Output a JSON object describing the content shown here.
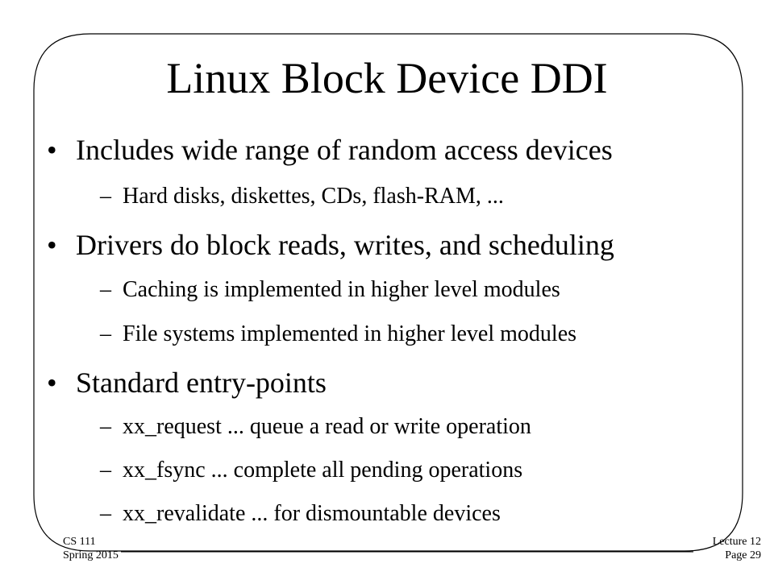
{
  "slide": {
    "title": "Linux Block Device DDI",
    "bullet_glyph": "•",
    "dash_glyph": "–",
    "points": [
      {
        "text": "Includes wide range of random access devices",
        "subs": [
          "Hard disks, diskettes, CDs, flash-RAM, ..."
        ]
      },
      {
        "text": "Drivers do block reads, writes, and scheduling",
        "subs": [
          "Caching is implemented in higher level modules",
          "File systems implemented in higher level modules"
        ]
      },
      {
        "text": "Standard entry-points",
        "subs": [
          "xx_request ... queue a read or write operation",
          "xx_fsync ... complete all pending operations",
          "xx_revalidate ... for dismountable devices"
        ]
      }
    ]
  },
  "footer": {
    "course": "CS 111",
    "term": "Spring 2015",
    "lecture": "Lecture 12",
    "page": "Page 29"
  }
}
